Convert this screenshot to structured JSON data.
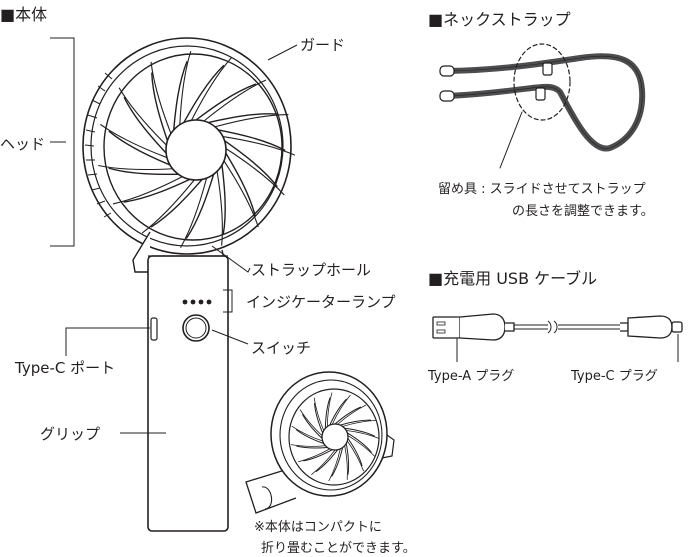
{
  "labels": {
    "main_body": "■本体",
    "head": "ヘッド",
    "guard": "ガード",
    "strap_hole": "ストラップホール",
    "indicator_lamp": "インジケーターランプ",
    "switch": "スイッチ",
    "type_c_port": "Type-C ポート",
    "grip": "グリップ",
    "foldable_note_line1": "※本体はコンパクトに",
    "foldable_note_line2": "折り畳むことができます。",
    "neck_strap": "■ネックストラップ",
    "fastener_line1": "留め具 : スライドさせてストラップ",
    "fastener_line2": "の長さを調整できます。",
    "usb_cable": "■充電用 USB ケーブル",
    "type_a_plug": "Type-A プラグ",
    "type_c_plug": "Type-C プラグ"
  },
  "colors": {
    "line": "#231f20",
    "strap": "#4d4d4f",
    "fill": "#ffffff"
  }
}
